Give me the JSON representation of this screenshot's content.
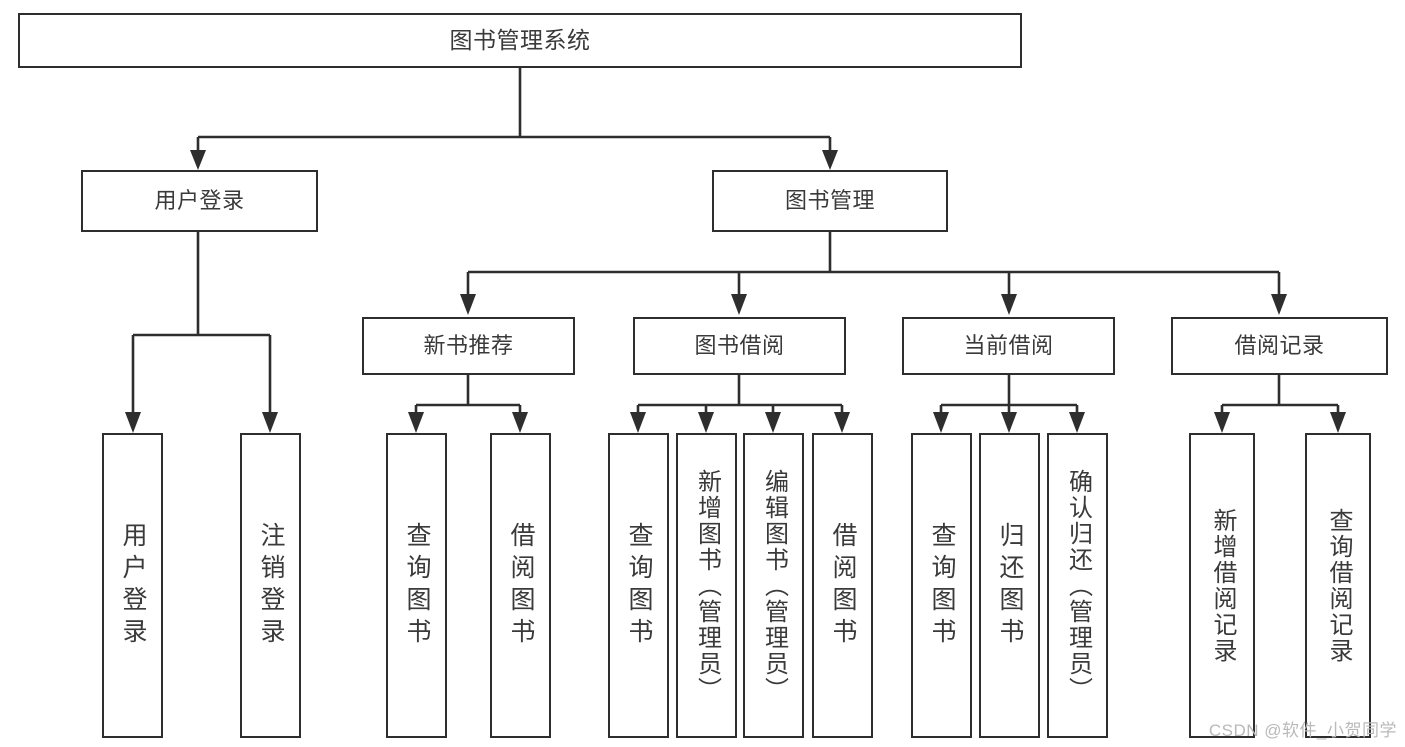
{
  "diagram": {
    "title": "图书管理系统",
    "type": "tree-hierarchy-chart",
    "watermark": "CSDN @软件_小贺同学",
    "colors": {
      "stroke": "#2e2e2e",
      "text": "#3a3a3a",
      "background": "#ffffff",
      "watermark": "#b9b9b9"
    },
    "root": {
      "label": "图书管理系统"
    },
    "level1": [
      {
        "label": "用户登录"
      },
      {
        "label": "图书管理"
      }
    ],
    "level2": [
      {
        "label": "新书推荐"
      },
      {
        "label": "图书借阅"
      },
      {
        "label": "当前借阅"
      },
      {
        "label": "借阅记录"
      }
    ],
    "leaves": {
      "user_login": [
        {
          "label": "用户登录"
        },
        {
          "label": "注销登录"
        }
      ],
      "new_book": [
        {
          "label": "查询图书"
        },
        {
          "label": "借阅图书"
        }
      ],
      "book_borrow": [
        {
          "label": "查询图书"
        },
        {
          "label": "新增图书（管理员）"
        },
        {
          "label": "编辑图书（管理员）"
        },
        {
          "label": "借阅图书"
        }
      ],
      "current_borrow": [
        {
          "label": "查询图书"
        },
        {
          "label": "归还图书"
        },
        {
          "label": "确认归还（管理员）"
        }
      ],
      "borrow_record": [
        {
          "label": "新增借阅记录"
        },
        {
          "label": "查询借阅记录"
        }
      ]
    }
  }
}
